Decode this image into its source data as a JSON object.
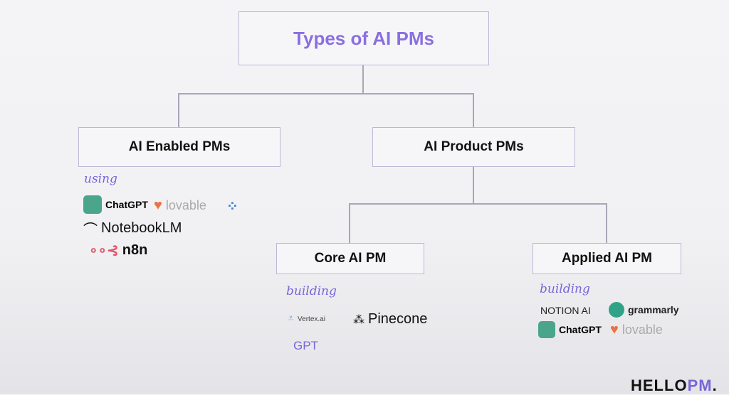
{
  "root": {
    "label": "Types of AI PMs"
  },
  "branches": {
    "enabled": {
      "label": "AI Enabled PMs",
      "caption": "using",
      "tools": [
        "ChatGPT",
        "lovable",
        "NotebookLM",
        "n8n"
      ]
    },
    "product": {
      "label": "AI Product PMs",
      "core": {
        "label": "Core AI PM",
        "caption": "building",
        "tools": [
          "Vertex.ai",
          "Pinecone",
          "GPT"
        ]
      },
      "applied": {
        "label": "Applied AI PM",
        "caption": "building",
        "tools": [
          "NOTION AI",
          "grammarly",
          "ChatGPT",
          "lovable"
        ]
      }
    }
  },
  "brand": {
    "hello": "HELLO",
    "pm": "PM",
    "dot": "."
  },
  "colors": {
    "accent": "#7b64d8",
    "chatgpt": "#4aa58a",
    "n8n": "#e0566d"
  }
}
